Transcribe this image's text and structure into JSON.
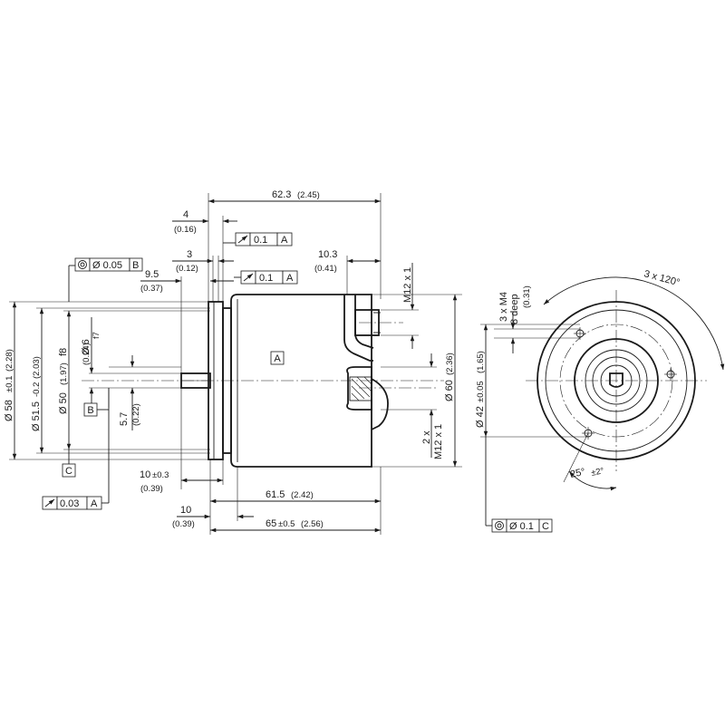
{
  "top_dims": {
    "d_62_3": "62.3",
    "d_62_3_in": "(2.45)",
    "d_4": "4",
    "d_4_in": "(0.16)",
    "d_3": "3",
    "d_3_in": "(0.12)",
    "d_9_5": "9.5",
    "d_9_5_in": "(0.37)",
    "d_10_3": "10.3",
    "d_10_3_in": "(0.41)",
    "m12_top": "M12 x 1"
  },
  "tolerance_frames": {
    "runout_top": {
      "value": "0.1",
      "datum": "A"
    },
    "runout_mid": {
      "value": "0.1",
      "datum": "A"
    },
    "concentric_b": {
      "value": "Ø 0.05",
      "datum": "B"
    },
    "runout_bottom": {
      "value": "0.03",
      "datum": "A"
    },
    "concentric_c": {
      "value": "Ø 0.1",
      "datum": "C"
    }
  },
  "datums": {
    "a": "A",
    "b": "B",
    "c": "C"
  },
  "left_dims": {
    "d58": "Ø 58",
    "d58_tol": "±0.1",
    "d58_in": "(2.28)",
    "d51": "Ø 51.5",
    "d51_tol": "-0.2",
    "d51_in": "(2.03)",
    "d50": "Ø 50",
    "d50_in": "(1.97)",
    "d50_fit": "f8",
    "d6": "Ø 6",
    "d6_in": "(0.24)",
    "d6_fit": "f7",
    "d5_7": "5.7",
    "d5_7_in": "(0.22)"
  },
  "right_dims": {
    "d60": "Ø 60",
    "d60_in": "(2.36)",
    "m12_2x_a": "2 x",
    "m12_2x_b": "M12 x 1"
  },
  "bottom_dims": {
    "d10a": "10",
    "d10a_tol": "±0.3",
    "d10a_in": "(0.39)",
    "d61_5": "61.5",
    "d61_5_in": "(2.42)",
    "d10b": "10",
    "d10b_in": "(0.39)",
    "d65": "65",
    "d65_tol": "±0.5",
    "d65_in": "(2.56)"
  },
  "end_view": {
    "angle_120": "3 x 120°",
    "m4_a": "3 x M4",
    "m4_b": "8 deep",
    "m4_in": "(0.31)",
    "d42": "Ø 42",
    "d42_tol": "±0.05",
    "d42_in": "(1.65)",
    "angle_25": "25°",
    "angle_25_tol": "±2°"
  }
}
